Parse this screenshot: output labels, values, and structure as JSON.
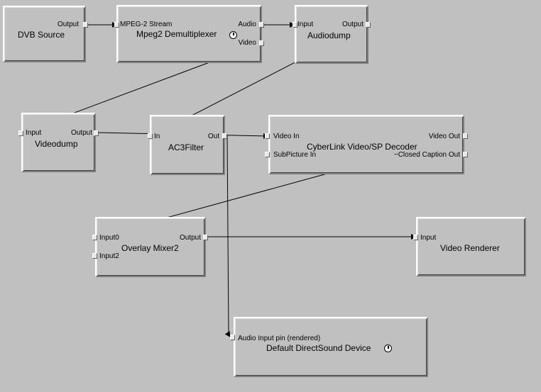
{
  "filters": {
    "dvb_source": {
      "name": "DVB Source",
      "pins": {
        "output": "Output"
      }
    },
    "demux": {
      "name": "Mpeg2 Demultiplexer",
      "pins": {
        "in": "MPEG-2 Stream",
        "audio": "Audio",
        "video": "Video"
      }
    },
    "audiodump": {
      "name": "Audiodump",
      "pins": {
        "input": "Input",
        "output": "Output"
      }
    },
    "videodump": {
      "name": "Videodump",
      "pins": {
        "input": "Input",
        "output": "Output"
      }
    },
    "ac3filter": {
      "name": "AC3Filter",
      "pins": {
        "in": "In",
        "out": "Out"
      }
    },
    "decoder": {
      "name": "CyberLink Video/SP Decoder",
      "pins": {
        "video_in": "Video In",
        "subpicture_in": "SubPicture In",
        "video_out": "Video Out",
        "cc_out": "~Closed Caption Out"
      }
    },
    "overlay": {
      "name": "Overlay Mixer2",
      "pins": {
        "input0": "Input0",
        "input2": "Input2",
        "output": "Output"
      }
    },
    "renderer": {
      "name": "Video Renderer",
      "pins": {
        "input": "Input"
      }
    },
    "dsound": {
      "name": "Default DirectSound Device",
      "pins": {
        "input": "Audio Input pin (rendered)"
      }
    }
  },
  "clock_icon": "clock-icon",
  "colors": {
    "background": "#c0c0c0",
    "wire": "#000000"
  }
}
